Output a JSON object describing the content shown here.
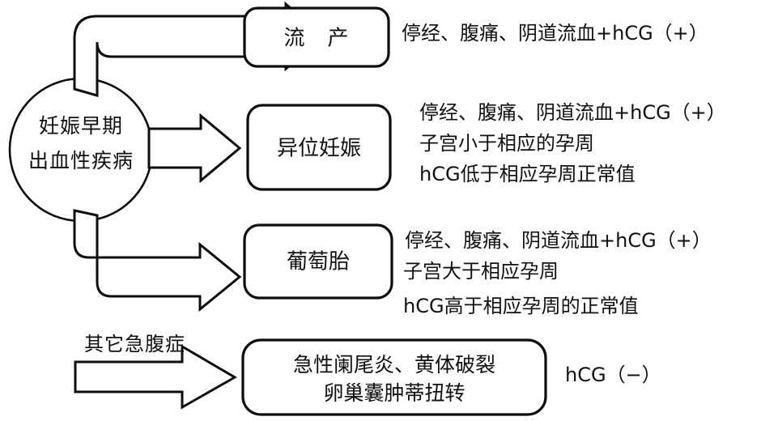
{
  "diagram": {
    "title_node": {
      "label_line1": "妊娠早期",
      "label_line2": "出血性疾病"
    },
    "edges": [
      {
        "name": "edge-abortion",
        "label": ""
      },
      {
        "name": "edge-ectopic",
        "label": ""
      },
      {
        "name": "edge-mole",
        "label": ""
      },
      {
        "name": "edge-other-acute-abdomen",
        "label": "其它急腹症"
      }
    ],
    "branches": [
      {
        "box_label": "流　产",
        "details": [
          "停经、腹痛、阴道流血+hCG（+）"
        ]
      },
      {
        "box_label": "异位妊娠",
        "details": [
          "停经、腹痛、阴道流血+hCG（+）",
          "子宫小于相应的孕周",
          "hCG低于相应孕周正常值"
        ]
      },
      {
        "box_label": "葡萄胎",
        "details": [
          "停经、腹痛、阴道流血+hCG（+）",
          "子宫大于相应孕周",
          "hCG高于相应孕周的正常值"
        ]
      },
      {
        "box_label_line1": "急性阑尾炎、黄体破裂",
        "box_label_line2": "卵巢囊肿蒂扭转",
        "details": [
          "hCG（−）"
        ]
      }
    ],
    "colors": {
      "stroke": "#0d0d0d",
      "fill": "#ffffff",
      "text": "#101010"
    }
  }
}
